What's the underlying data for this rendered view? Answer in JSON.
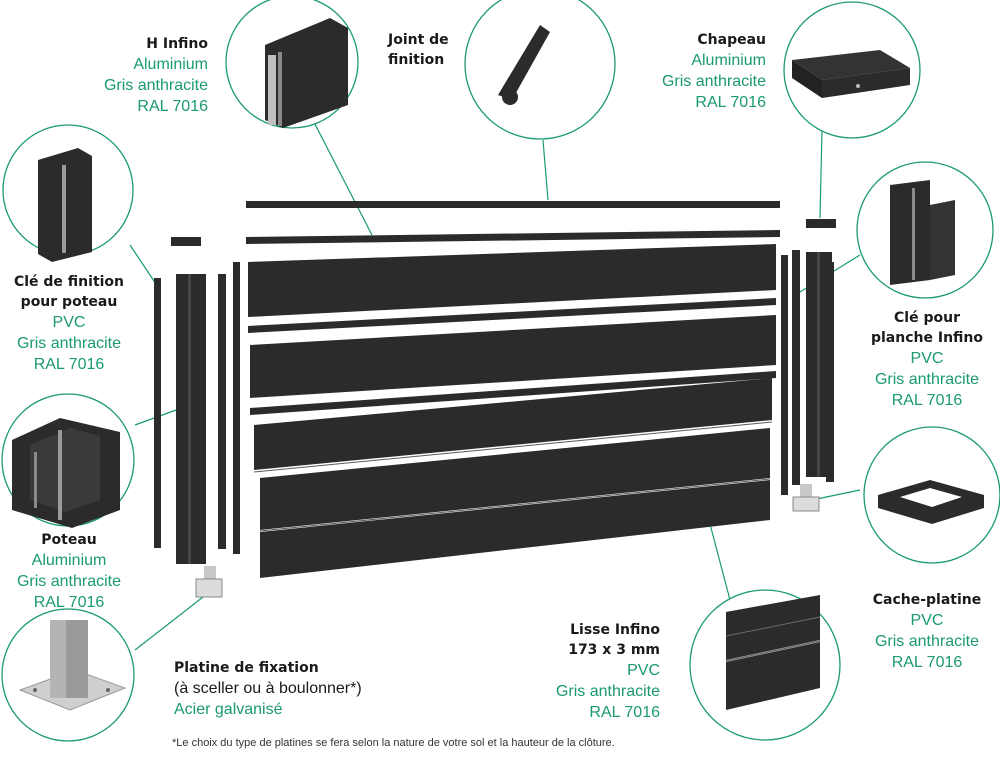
{
  "components": {
    "h_infino": {
      "title": "H Infino",
      "lines": [
        "Aluminium",
        "Gris anthracite",
        "RAL 7016"
      ]
    },
    "joint": {
      "title_lines": [
        "Joint de",
        "finition"
      ]
    },
    "chapeau": {
      "title": "Chapeau",
      "lines": [
        "Aluminium",
        "Gris anthracite",
        "RAL 7016"
      ]
    },
    "cle_poteau": {
      "title_lines": [
        "Clé de finition",
        "pour poteau"
      ],
      "lines": [
        "PVC",
        "Gris anthracite",
        "RAL 7016"
      ]
    },
    "cle_planche": {
      "title_lines": [
        "Clé pour",
        "planche Infino"
      ],
      "lines": [
        "PVC",
        "Gris anthracite",
        "RAL 7016"
      ]
    },
    "poteau": {
      "title": "Poteau",
      "lines": [
        "Aluminium",
        "Gris anthracite",
        "RAL 7016"
      ]
    },
    "cache_platine": {
      "title": "Cache-platine",
      "lines": [
        "PVC",
        "Gris anthracite",
        "RAL 7016"
      ]
    },
    "lisse": {
      "title_lines": [
        "Lisse Infino",
        "173 x 3 mm"
      ],
      "lines": [
        "PVC",
        "Gris anthracite",
        "RAL 7016"
      ]
    },
    "platine": {
      "title": "Platine de fixation",
      "plain": "(à sceller ou à boulonner*)",
      "lines": [
        "Acier galvanisé"
      ]
    }
  },
  "footnote": "*Le choix du type de platines se fera selon la nature de votre sol et la hauteur de la clôture.",
  "colors": {
    "accent": "#1a9a6e",
    "anthracite": "#2b2b2d"
  }
}
